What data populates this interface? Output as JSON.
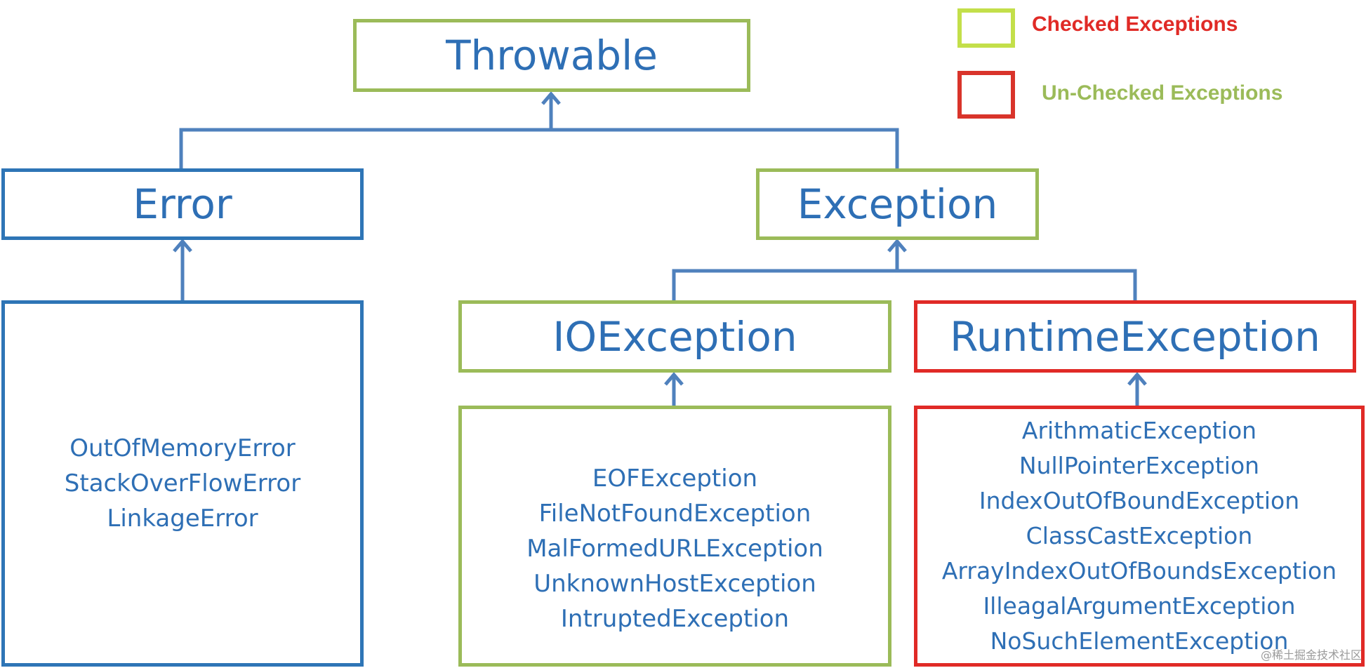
{
  "legend": {
    "checked_label": "Checked Exceptions",
    "unchecked_label": "Un-Checked Exceptions",
    "colors": {
      "green": "#9bbb59",
      "red": "#e02a26",
      "blue": "#2e75b6"
    }
  },
  "nodes": {
    "throwable": "Throwable",
    "error": "Error",
    "exception": "Exception",
    "io_exception": "IOException",
    "runtime_exception": "RuntimeException"
  },
  "error_list": [
    "OutOfMemoryError",
    "StackOverFlowError",
    "LinkageError"
  ],
  "io_list": [
    "EOFException",
    "FileNotFoundException",
    "MalFormedURLException",
    "UnknownHostException",
    "IntruptedException"
  ],
  "runtime_list": [
    "ArithmaticException",
    "NullPointerException",
    "IndexOutOfBoundException",
    "ClassCastException",
    "ArrayIndexOutOfBoundsException",
    "IlleagalArgumentException",
    "NoSuchElementException"
  ],
  "watermark": "@稀土掘金技术社区"
}
